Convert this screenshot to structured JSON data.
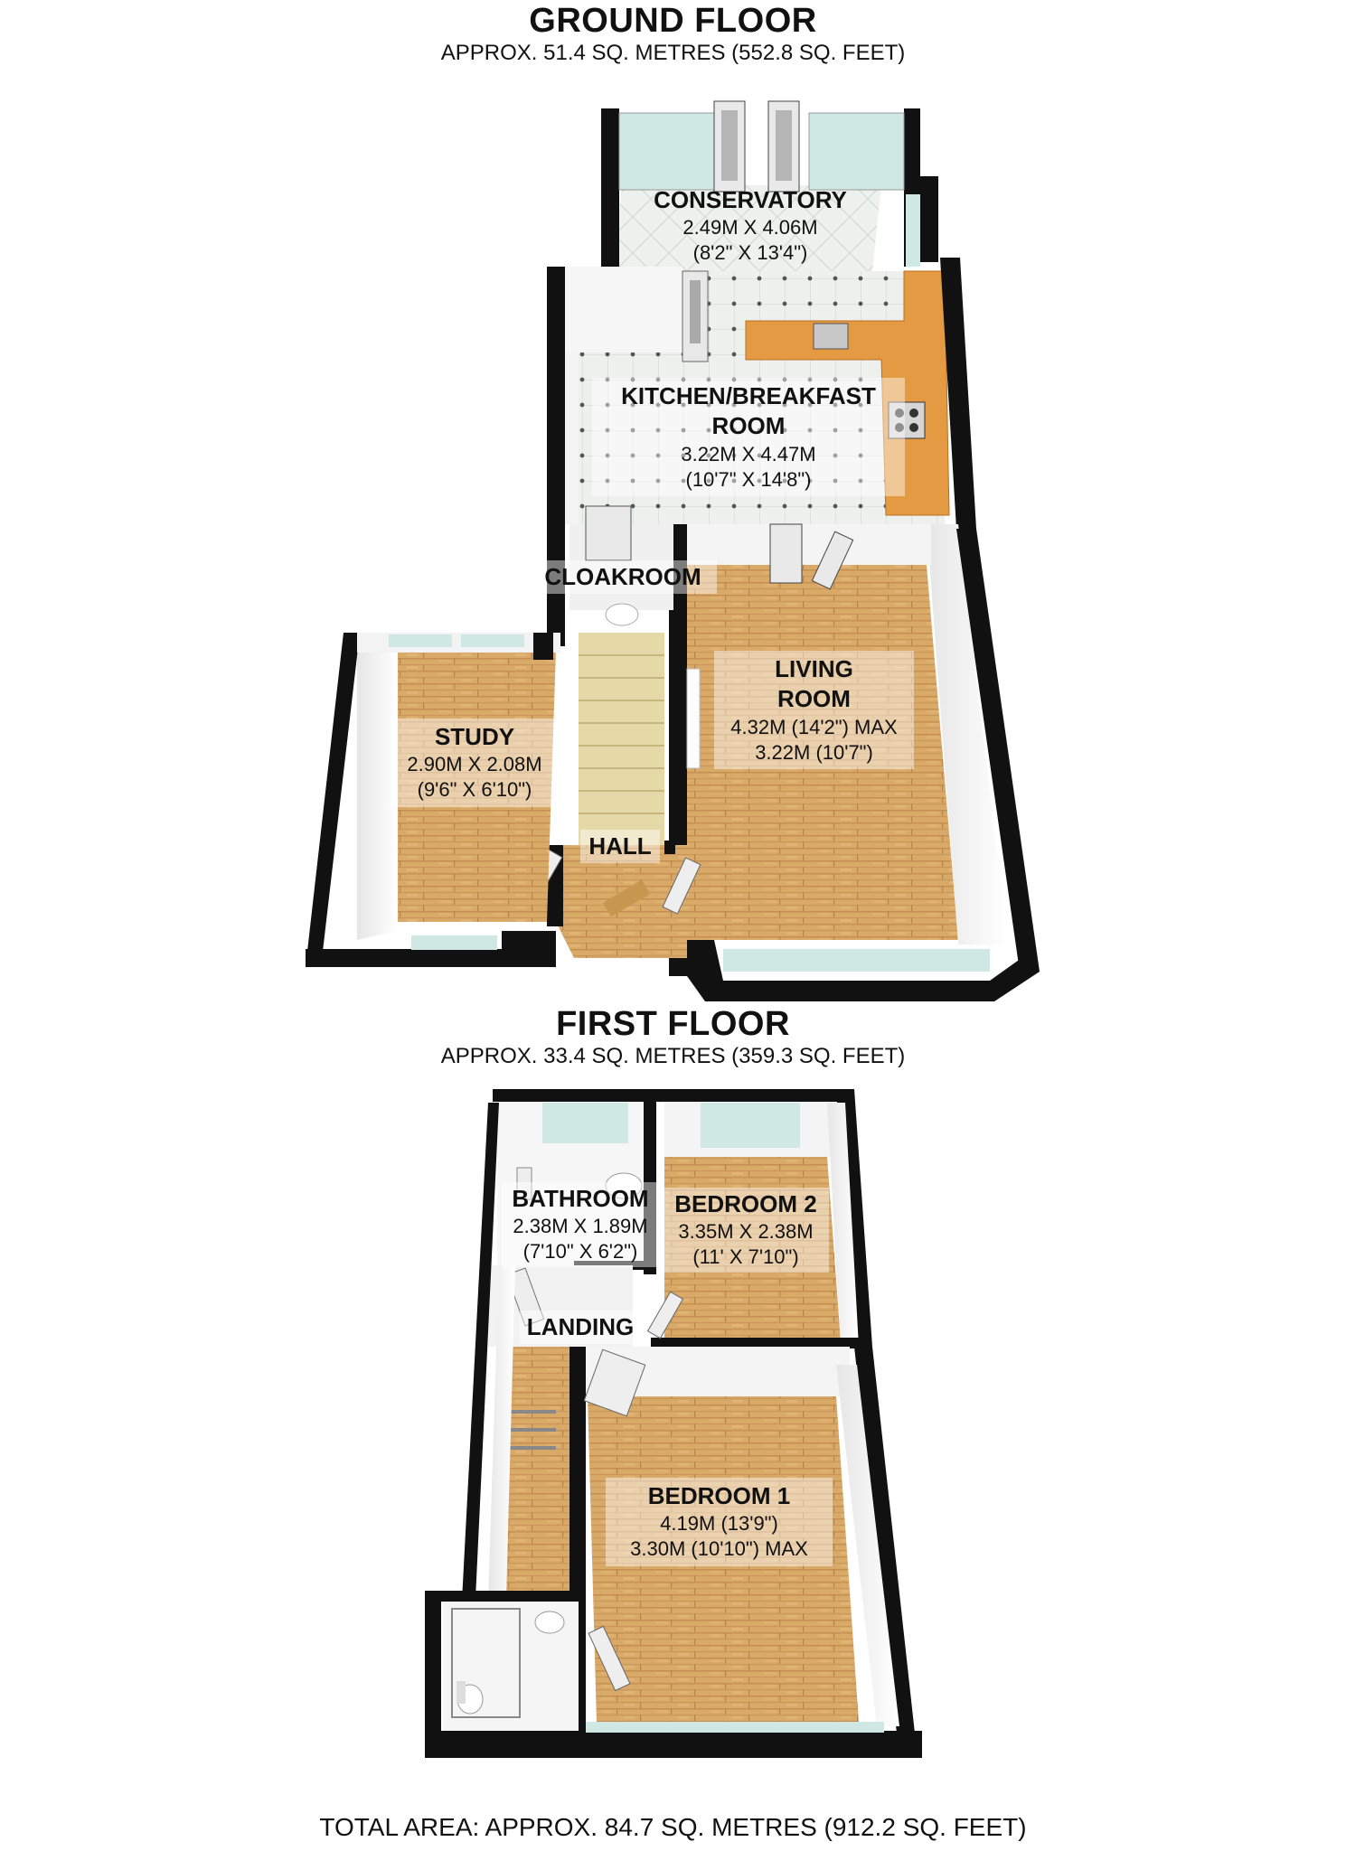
{
  "ground_floor": {
    "title": "GROUND FLOOR",
    "area": "APPROX.  51.4 SQ. METRES (552.8 SQ. FEET)",
    "rooms": {
      "conservatory": {
        "name": "CONSERVATORY",
        "dim1": "2.49M X 4.06M",
        "dim2": "(8'2\" X 13'4\")"
      },
      "kitchen": {
        "name1": "KITCHEN/BREAKFAST",
        "name2": "ROOM",
        "dim1": "3.22M X 4.47M",
        "dim2": "(10'7\" X 14'8\")"
      },
      "cloakroom": {
        "name": "CLOAKROOM"
      },
      "living": {
        "name1": "LIVING",
        "name2": "ROOM",
        "dim1": "4.32M (14'2\") MAX",
        "dim2": "3.22M (10'7\")"
      },
      "study": {
        "name": "STUDY",
        "dim1": "2.90M X 2.08M",
        "dim2": "(9'6\" X 6'10\")"
      },
      "hall": {
        "name": "HALL"
      }
    }
  },
  "first_floor": {
    "title": "FIRST FLOOR",
    "area": "APPROX.  33.4 SQ. METRES (359.3 SQ. FEET)",
    "rooms": {
      "bathroom": {
        "name": "BATHROOM",
        "dim1": "2.38M X 1.89M",
        "dim2": "(7'10\" X 6'2\")"
      },
      "bedroom2": {
        "name": "BEDROOM 2",
        "dim1": "3.35M X 2.38M",
        "dim2": "(11' X 7'10\")"
      },
      "landing": {
        "name": "LANDING"
      },
      "bedroom1": {
        "name": "BEDROOM 1",
        "dim1": "4.19M (13'9\")",
        "dim2": "3.30M (10'10\") MAX"
      }
    }
  },
  "total_area": "TOTAL AREA: APPROX.  84.7 SQ. METRES (912.2 SQ. FEET)",
  "colors": {
    "wood": "#d9a968",
    "wood_dark": "#b98548",
    "tile": "#eef0ee",
    "wall": "#111111",
    "inner_wall": "#f4f4f4",
    "glass": "#cfe8e4",
    "worktop": "#e49a43"
  }
}
